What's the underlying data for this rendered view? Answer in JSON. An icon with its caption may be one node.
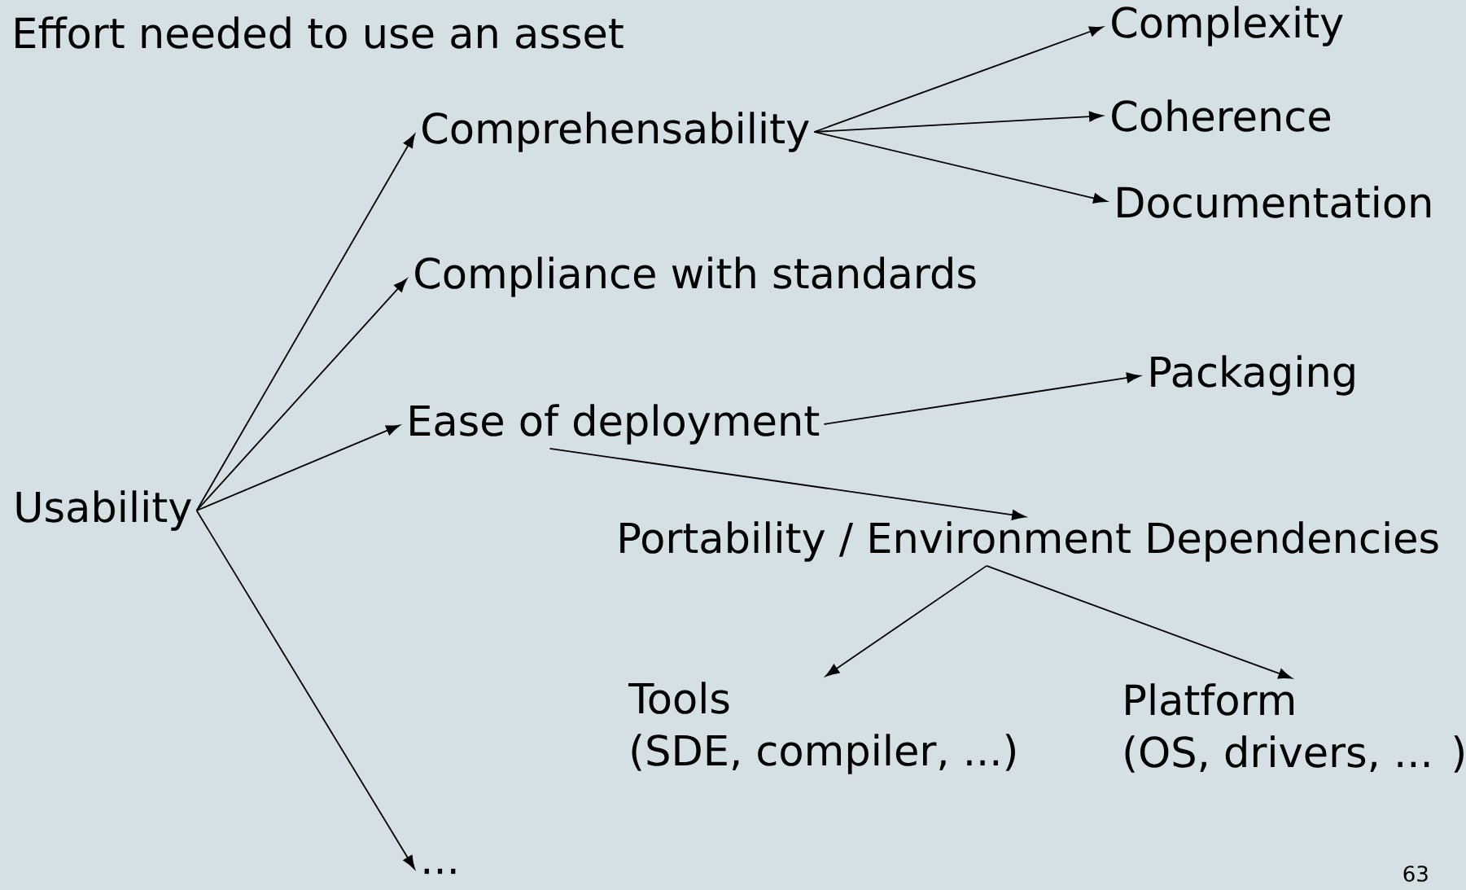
{
  "diagram": {
    "title": "Effort needed to use an asset",
    "nodes": [
      {
        "text": [
          "Usability"
        ]
      },
      {
        "text": [
          "Comprehensability"
        ]
      },
      {
        "text": [
          "Compliance with standards"
        ]
      },
      {
        "text": [
          "Ease of deployment"
        ]
      },
      {
        "text": [
          "..."
        ]
      },
      {
        "text": [
          "Complexity"
        ]
      },
      {
        "text": [
          "Coherence"
        ]
      },
      {
        "text": [
          "Documentation"
        ]
      },
      {
        "text": [
          "Packaging"
        ]
      },
      {
        "text": [
          "Portability / Environment Dependencies"
        ]
      },
      {
        "text": [
          "Tools",
          "(SDE, compiler, ...)"
        ]
      },
      {
        "text": [
          "Platform",
          "(OS, drivers, ... )"
        ]
      }
    ],
    "edges": [
      {
        "from": 0,
        "to": 1,
        "arrow": "to"
      },
      {
        "from": 0,
        "to": 2,
        "arrow": "to"
      },
      {
        "from": 0,
        "to": 3,
        "arrow": "to"
      },
      {
        "from": 0,
        "to": 4,
        "arrow": "to"
      },
      {
        "from": 1,
        "to": 5,
        "arrow": "to"
      },
      {
        "from": 1,
        "to": 6,
        "arrow": "to"
      },
      {
        "from": 1,
        "to": 7,
        "arrow": "to"
      },
      {
        "from": 3,
        "to": 8,
        "arrow": "to"
      },
      {
        "from": 3,
        "to": 9,
        "arrow": "to"
      },
      {
        "from": 9,
        "to": 10,
        "arrow": "to"
      },
      {
        "from": 9,
        "to": 11,
        "arrow": "to"
      }
    ],
    "labels": [
      "63"
    ]
  }
}
